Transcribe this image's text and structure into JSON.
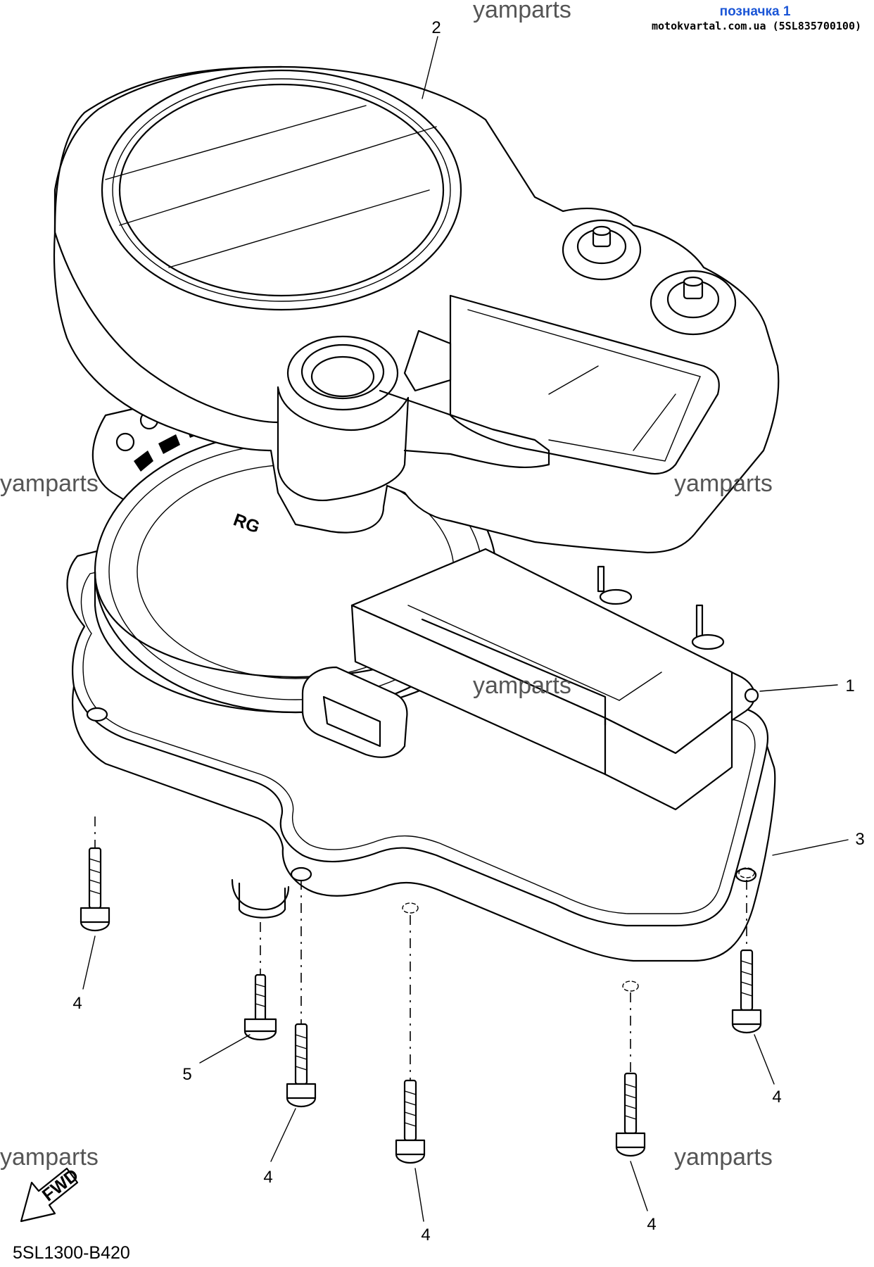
{
  "header": {
    "marker_label": "позначка 1",
    "source_line": "motokvartal.com.ua (5SL835700100)"
  },
  "watermark": "yamparts",
  "diagram_code": "5SL1300-B420",
  "fwd_label": "FWD",
  "dial_text": "RG",
  "callouts": [
    {
      "id": "c2",
      "label": "2"
    },
    {
      "id": "c1",
      "label": "1"
    },
    {
      "id": "c3",
      "label": "3"
    },
    {
      "id": "c4a",
      "label": "4"
    },
    {
      "id": "c5",
      "label": "5"
    },
    {
      "id": "c4b",
      "label": "4"
    },
    {
      "id": "c4c",
      "label": "4"
    },
    {
      "id": "c4d",
      "label": "4"
    },
    {
      "id": "c4e",
      "label": "4"
    }
  ],
  "colors": {
    "marker": "#1a55d6",
    "watermark": "#555555"
  }
}
